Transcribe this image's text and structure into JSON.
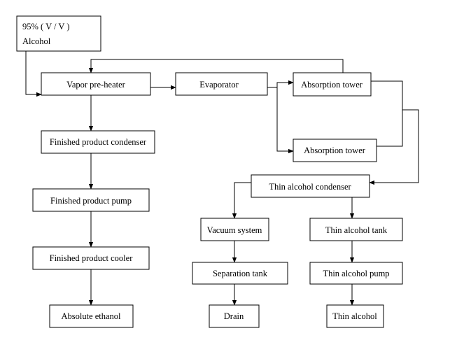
{
  "nodes": {
    "alcohol_input_line1": "95% ( V / V )",
    "alcohol_input_line2": "Alcohol",
    "vapor_preheater": "Vapor pre-heater",
    "evaporator": "Evaporator",
    "absorption_tower_1": "Absorption tower",
    "absorption_tower_2": "Absorption tower",
    "finished_product_condenser": "Finished product condenser",
    "finished_product_pump": "Finished product pump",
    "finished_product_cooler": "Finished product cooler",
    "absolute_ethanol": "Absolute ethanol",
    "thin_alcohol_condenser": "Thin alcohol condenser",
    "vacuum_system": "Vacuum system",
    "thin_alcohol_tank": "Thin alcohol tank",
    "separation_tank": "Separation tank",
    "thin_alcohol_pump": "Thin alcohol pump",
    "drain": "Drain",
    "thin_alcohol": "Thin alcohol"
  },
  "edges": [
    {
      "from": "alcohol_input",
      "to": "vapor_preheater"
    },
    {
      "from": "vapor_preheater",
      "to": "evaporator"
    },
    {
      "from": "evaporator",
      "to": "absorption_tower_1"
    },
    {
      "from": "evaporator",
      "to": "absorption_tower_2"
    },
    {
      "from": "absorption_tower_1",
      "to": "vapor_preheater"
    },
    {
      "from": "absorption_tower_1",
      "to": "thin_alcohol_condenser"
    },
    {
      "from": "absorption_tower_2",
      "to": "thin_alcohol_condenser"
    },
    {
      "from": "vapor_preheater",
      "to": "finished_product_condenser"
    },
    {
      "from": "finished_product_condenser",
      "to": "finished_product_pump"
    },
    {
      "from": "finished_product_pump",
      "to": "finished_product_cooler"
    },
    {
      "from": "finished_product_cooler",
      "to": "absolute_ethanol"
    },
    {
      "from": "thin_alcohol_condenser",
      "to": "vacuum_system"
    },
    {
      "from": "thin_alcohol_condenser",
      "to": "thin_alcohol_tank"
    },
    {
      "from": "vacuum_system",
      "to": "separation_tank"
    },
    {
      "from": "separation_tank",
      "to": "drain"
    },
    {
      "from": "thin_alcohol_tank",
      "to": "thin_alcohol_pump"
    },
    {
      "from": "thin_alcohol_pump",
      "to": "thin_alcohol"
    }
  ]
}
